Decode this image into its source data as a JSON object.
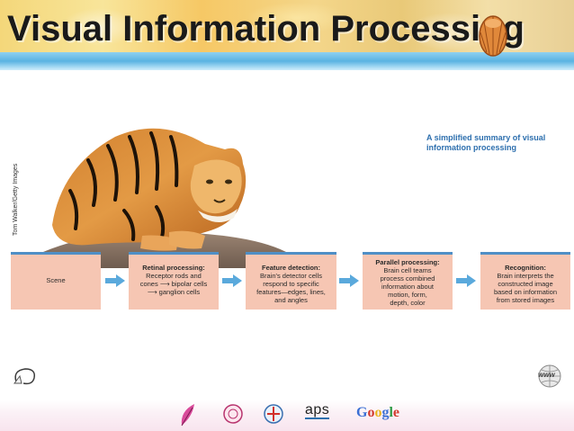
{
  "slide": {
    "title": "Visual Information Processing"
  },
  "figure": {
    "photo_credit": "Tom Walker/Getty Images",
    "summary_line1": "A simplified summary of visual",
    "summary_line2": "information processing"
  },
  "flow": [
    {
      "head": "Scene",
      "body": ""
    },
    {
      "head": "Retinal processing:",
      "body_lines": [
        "Receptor rods and",
        "cones ⟶ bipolar cells",
        "⟶ ganglion cells"
      ]
    },
    {
      "head": "Feature detection:",
      "body_lines": [
        "Brain's detector cells",
        "respond to specific",
        "features—edges, lines,",
        "and angles"
      ]
    },
    {
      "head": "Parallel processing:",
      "body_lines": [
        "Brain cell teams",
        "process combined",
        "information about",
        "motion, form,",
        "depth, color"
      ]
    },
    {
      "head": "Recognition:",
      "body_lines": [
        "Brain interprets the",
        "constructed image",
        "based on information",
        "from stored images"
      ]
    }
  ],
  "footer": {
    "aps_label": "aps",
    "google_label": "Google",
    "www_label": "www"
  },
  "colors": {
    "box_fill": "#f6c6b3",
    "box_rule": "#4f8fc6",
    "arrow": "#5aa9dc",
    "summary_text": "#2d6fae"
  }
}
